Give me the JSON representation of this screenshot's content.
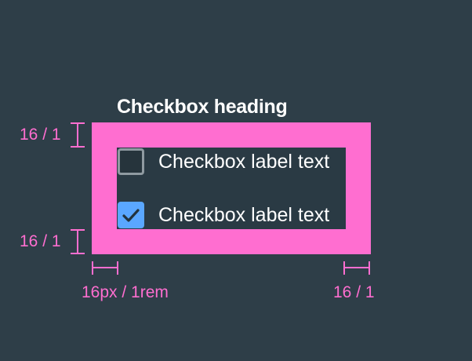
{
  "heading": "Checkbox heading",
  "checkboxes": [
    {
      "label": "Checkbox label text",
      "checked": false
    },
    {
      "label": "Checkbox label text",
      "checked": true
    }
  ],
  "annotations": {
    "top_spacing": "16 / 1",
    "bottom_spacing": "16 / 1",
    "left_spacing": "16px / 1rem",
    "right_spacing": "16 / 1"
  },
  "colors": {
    "background": "#2e3e48",
    "padding_highlight": "#ff6ed0",
    "checkbox_checked": "#5aa7ff",
    "checkbox_unchecked_border": "#8f9aa1",
    "text": "#ffffff"
  },
  "icons": {
    "checked_mark": "checkmark-icon"
  }
}
